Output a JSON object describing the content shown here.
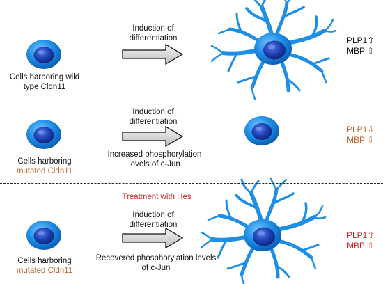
{
  "rows": [
    {
      "cell_label": "Cells harboring wild",
      "cell_label_2": "type Cldn11",
      "arrow_top_1": "Induction of",
      "arrow_top_2": "differentiation",
      "markers": [
        "PLP1⇧",
        "MBP ⇧"
      ]
    },
    {
      "cell_label": "Cells harboring",
      "cell_label_2": "mutated Cldn11",
      "arrow_top_1": "Induction of",
      "arrow_top_2": "differentiation",
      "arrow_bottom_1": "Increased phosphorylation",
      "arrow_bottom_2": "levels of c-Jun",
      "markers": [
        "PLP1⇩",
        "MBP ⇩"
      ]
    },
    {
      "treatment": "Treatment with Hes",
      "cell_label": "Cells harboring",
      "cell_label_2": "mutated Cldn11",
      "arrow_top_1": "Induction of",
      "arrow_top_2": "differentiation",
      "arrow_bottom_1": "Recovered phosphorylation levels",
      "arrow_bottom_2": "of c-Jun",
      "markers": [
        "PLP1⇧",
        "MBP ⇧"
      ]
    }
  ],
  "colors": {
    "cell_blue": "#1f8fe6",
    "nucleus_blue": "#1a3fb5",
    "mutated_text": "#b8652a",
    "treatment_text": "#d42020"
  }
}
